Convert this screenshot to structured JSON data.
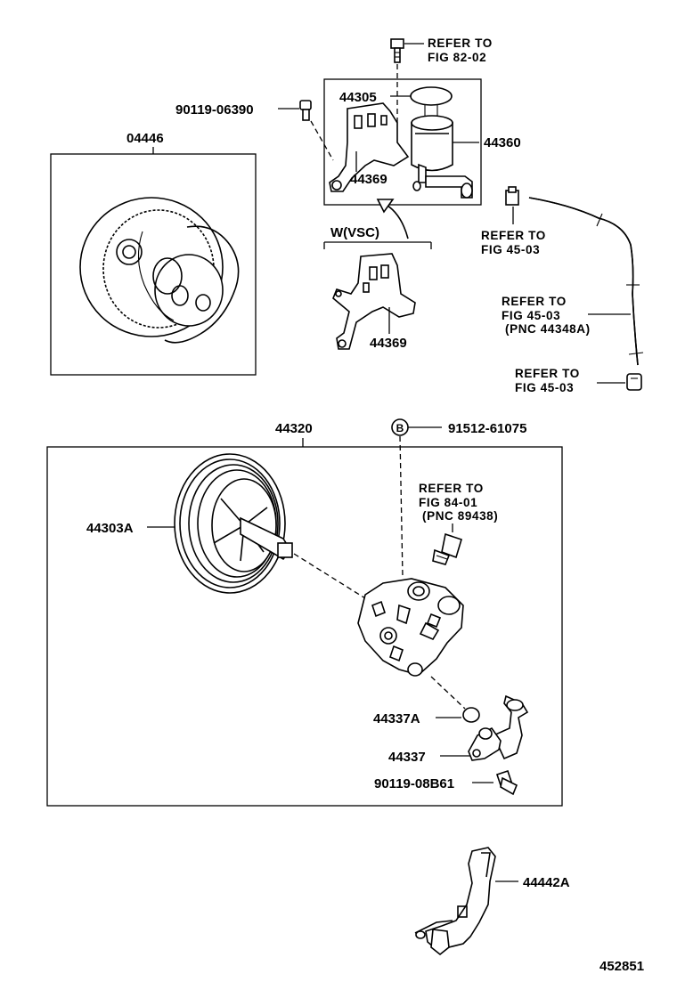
{
  "diagram": {
    "figure_number": "452851",
    "parts": {
      "p04446": "04446",
      "p44305": "44305",
      "p44360": "44360",
      "p44369_top": "44369",
      "p44369_vsc": "44369",
      "p90119_06390": "90119-06390",
      "p44320": "44320",
      "p91512_61075": "91512-61075",
      "p44303A": "44303A",
      "p44337A": "44337A",
      "p44337": "44337",
      "p90119_08B61": "90119-08B61",
      "p44442A": "44442A"
    },
    "variant_label": "W(VSC)",
    "circle_marker": "B",
    "refs": {
      "fig82": {
        "line1": "REFER TO",
        "line2": "FIG 82-02"
      },
      "fig45a": {
        "line1": "REFER TO",
        "line2": "FIG 45-03"
      },
      "fig45b": {
        "line1": "REFER TO",
        "line2": "FIG 45-03",
        "line3": "(PNC 44348A)"
      },
      "fig45c": {
        "line1": "REFER TO",
        "line2": "FIG 45-03"
      },
      "fig84": {
        "line1": "REFER TO",
        "line2": "FIG 84-01",
        "line3": "(PNC 89438)"
      }
    }
  }
}
